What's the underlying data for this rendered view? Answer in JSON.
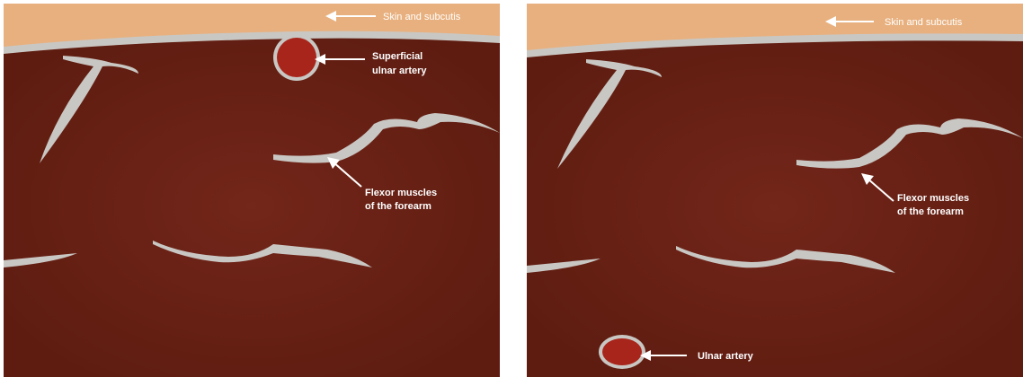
{
  "panels": [
    {
      "labels": {
        "skin": "Skin and subcutis",
        "artery_line1": "Superficial",
        "artery_line2": "ulnar artery",
        "muscle_line1": "Flexor muscles",
        "muscle_line2": "of the forearm"
      }
    },
    {
      "labels": {
        "skin": "Skin and subcutis",
        "muscle_line1": "Flexor muscles",
        "muscle_line2": "of the forearm",
        "artery": "Ulnar artery"
      }
    }
  ],
  "colors": {
    "skin": "#e8b07e",
    "fascia": "#c9c7c3",
    "muscle": "#6e2313",
    "artery": "#a8251b",
    "label": "#ffffff"
  }
}
